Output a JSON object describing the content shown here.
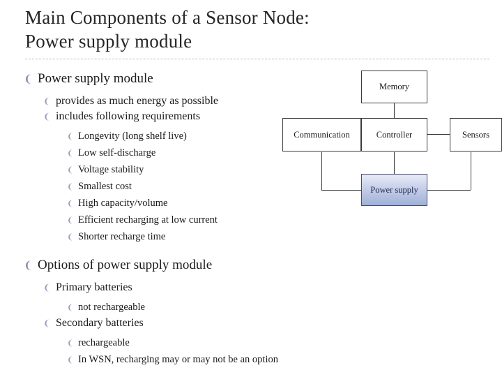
{
  "slide": {
    "title_lines": [
      "Main Components of a Sensor Node:",
      "Power supply module"
    ],
    "bullets": {
      "b1": "Power supply module",
      "b1_1": "provides as much energy as possible",
      "b1_2": "includes following requirements",
      "b1_2_1": "Longevity (long shelf live)",
      "b1_2_2": "Low self-discharge",
      "b1_2_3": "Voltage stability",
      "b1_2_4": "Smallest cost",
      "b1_2_5": "High capacity/volume",
      "b1_2_6": "Efficient recharging at low current",
      "b1_2_7": "Shorter recharge time",
      "b2": "Options of power supply module",
      "b2_1": "Primary batteries",
      "b2_1_1": "not rechargeable",
      "b2_2": "Secondary batteries",
      "b2_2_1": "rechargeable",
      "b2_2_2": "In WSN, recharging may or may not be an option"
    },
    "bullet_glyph": "❨",
    "diagram": {
      "nodes": {
        "memory": "Memory",
        "communication": "Communication",
        "controller": "Controller",
        "sensors": "Sensors",
        "power_supply": "Power supply"
      }
    },
    "colors": {
      "title": "#262626",
      "bullet": "#9b9bbd",
      "rule": "#b9b9c9",
      "node_border": "#3b3b3b",
      "power_fill": "#c6cfe8"
    }
  }
}
